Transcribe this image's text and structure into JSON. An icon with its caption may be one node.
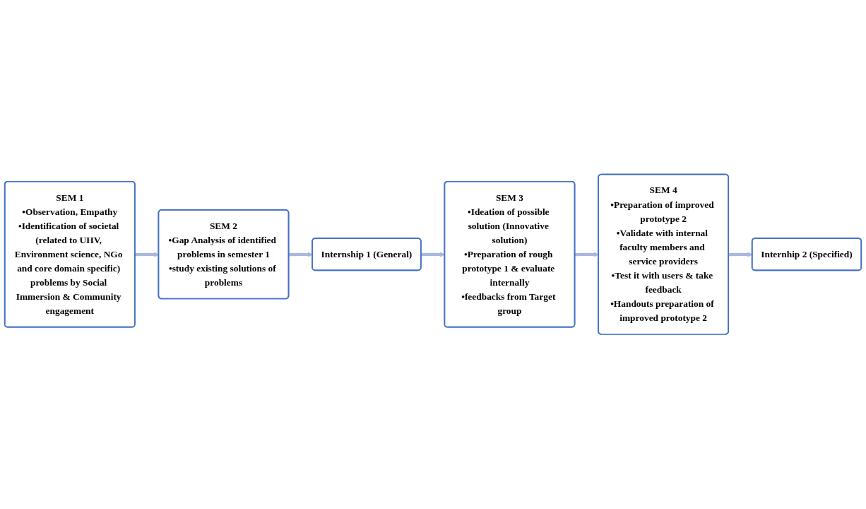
{
  "diagram": {
    "nodes": [
      {
        "text": [
          "SEM 1",
          "•Observation, Empathy",
          "•Identification of societal (related to UHV, Environment science, NGo and core domain specific) problems by Social Immersion & Community engagement"
        ]
      },
      {
        "text": [
          "SEM 2",
          "•Gap Analysis of identified problems in semester 1",
          "•study existing solutions of problems"
        ]
      },
      {
        "text": [
          "Internship 1 (General)"
        ]
      },
      {
        "text": [
          "Internhip 2 (Specified)"
        ]
      },
      {
        "text": [
          "SEM 4",
          "•Preparation of improved prototype 2",
          "•Validate with internal faculty members and service providers",
          "•Test it with users & take feedback",
          "•Handouts preparation of improved prototype 2"
        ]
      },
      {
        "text": [
          "SEM 3",
          "•Ideation of possible solution (Innovative solution)",
          "•Preparation of rough prototype 1 & evaluate internally",
          "•feedbacks from Target group"
        ]
      }
    ],
    "edges": [
      {
        "from": 0,
        "to": 1,
        "arrow": "to"
      },
      {
        "from": 1,
        "to": 2,
        "arrow": "to"
      },
      {
        "from": 2,
        "to": 5,
        "arrow": "to"
      },
      {
        "from": 5,
        "to": 4,
        "arrow": "to"
      },
      {
        "from": 4,
        "to": 3,
        "arrow": "to"
      }
    ]
  }
}
